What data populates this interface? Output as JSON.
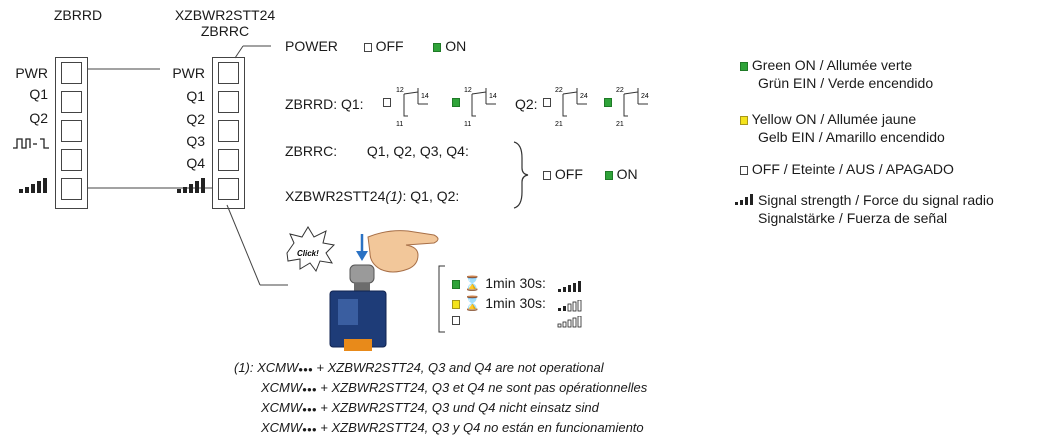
{
  "devices": {
    "left_title": "ZBRRD",
    "right_title_line1": "XZBWR2STT24",
    "right_title_line2": "ZBRRC"
  },
  "left_labels": {
    "pwr": "PWR",
    "q1": "Q1",
    "q2": "Q2",
    "pulse": "⎍⎍⎽ ⎍"
  },
  "right_labels": {
    "pwr": "PWR",
    "q1": "Q1",
    "q2": "Q2",
    "q3": "Q3",
    "q4": "Q4"
  },
  "power_row": {
    "label": "POWER",
    "off": "OFF",
    "on": "ON"
  },
  "zbrrd_row": {
    "prefix": "ZBRRD: Q1:",
    "q2": "Q2:",
    "contact1_top": "12",
    "contact1_bottom": "11",
    "contact1_right": "14",
    "contact2_top": "22",
    "contact2_bottom": "21",
    "contact2_right": "24"
  },
  "zbrrc_row": {
    "label": "ZBRRC:",
    "outputs": "Q1, Q2, Q3, Q4:"
  },
  "xzb_row": {
    "label": "XZBWR2STT24",
    "footnote_ref": "(1)",
    "outputs": ": Q1, Q2:"
  },
  "state_group": {
    "off": "OFF",
    "on": "ON"
  },
  "click_label": "Click!",
  "timing": {
    "row1": "1min 30s:",
    "row2": "1min 30s:"
  },
  "legend": {
    "green_line1": "Green ON / Allumée verte",
    "green_line2": "Grün EIN / Verde encendido",
    "yellow_line1": "Yellow ON / Allumée jaune",
    "yellow_line2": "Gelb EIN / Amarillo encendido",
    "off_line": "OFF / Eteinte / AUS / APAGADO",
    "signal_line1": "Signal strength / Force du signal radio",
    "signal_line2": "Signalstärke / Fuerza de señal"
  },
  "footnotes": {
    "prefix": "(1):",
    "product": "XCMW",
    "dots": "●●●",
    "line1": " + XZBWR2STT24, Q3 and Q4 are not operational",
    "line2": " + XZBWR2STT24, Q3 et Q4 ne sont pas opérationnelles",
    "line3": " + XZBWR2STT24, Q3 und Q4 nicht einsatz sind",
    "line4": " + XZBWR2STT24, Q3 y Q4 no están en funcionamiento"
  },
  "colors": {
    "green": "#2fa339",
    "yellow": "#f4e31c",
    "device_orange": "#e88a1a",
    "device_blue": "#1e3c78"
  },
  "icons": [
    "signal-bars-icon",
    "hourglass-icon",
    "hand-press-icon",
    "arrow-down-icon",
    "burst-icon"
  ]
}
